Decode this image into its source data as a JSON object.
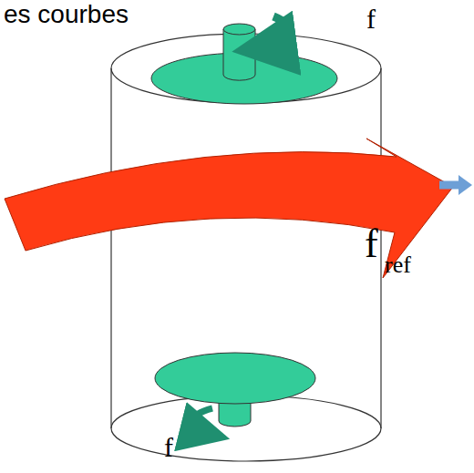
{
  "diagram": {
    "labels": [
      "es  courbes",
      "f",
      "f",
      "f",
      "ref"
    ]
  }
}
